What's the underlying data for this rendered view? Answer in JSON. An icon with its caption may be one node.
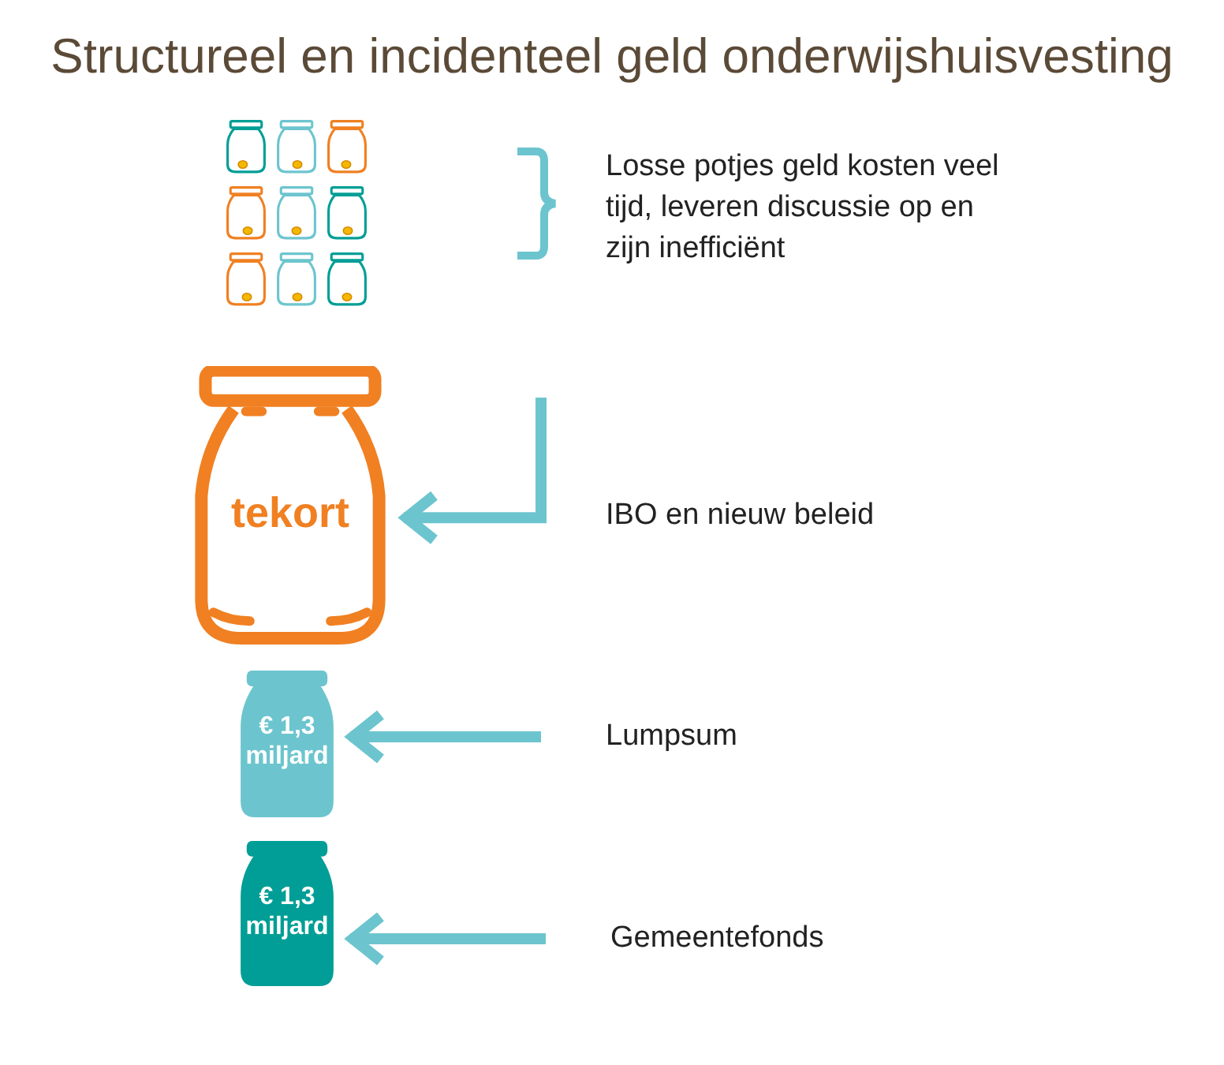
{
  "diagram": {
    "title": "Structureel en incidenteel geld onderwijshuisvesting",
    "nodes": [
      {
        "text": [],
        "shape": "jar"
      },
      {
        "text": [],
        "shape": "jar"
      },
      {
        "text": [],
        "shape": "jar"
      },
      {
        "text": [],
        "shape": "jar"
      },
      {
        "text": [],
        "shape": "jar"
      },
      {
        "text": [],
        "shape": "jar"
      },
      {
        "text": [],
        "shape": "jar"
      },
      {
        "text": [],
        "shape": "jar"
      },
      {
        "text": [],
        "shape": "jar"
      },
      {
        "text": [
          "tekort"
        ]
      },
      {
        "text": [
          "€ 1,3 miljard"
        ]
      },
      {
        "text": [
          "€ 1,3 miljard"
        ]
      },
      {
        "text": [
          "Lumpsum"
        ]
      },
      {
        "text": [
          "Gemeentefonds"
        ]
      }
    ],
    "edges": [
      {
        "from": null,
        "to": 9,
        "arrow": "to"
      },
      {
        "from": 12,
        "to": 10,
        "arrow": "to"
      },
      {
        "from": 13,
        "to": 11,
        "arrow": "to"
      }
    ],
    "labels": [
      "Losse potjes geld kosten veel tijd, leveren discussie op en zijn inefficiënt",
      "IBO en nieuw beleid"
    ]
  }
}
